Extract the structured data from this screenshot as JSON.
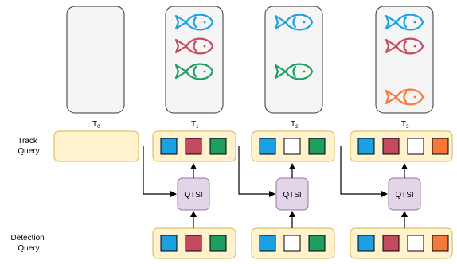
{
  "frames": [
    {
      "label": "T",
      "sub": "0"
    },
    {
      "label": "T",
      "sub": "1"
    },
    {
      "label": "T",
      "sub": "2"
    },
    {
      "label": "T",
      "sub": "3"
    }
  ],
  "row_labels": {
    "track_line1": "Track",
    "track_line2": "Query",
    "detection_line1": "Detection",
    "detection_line2": "Query"
  },
  "qtsi_label": "QTSI",
  "colors": {
    "blue": "#1ba1e2",
    "red": "#c34a5f",
    "green": "#1e9e61",
    "orange": "#f5793a",
    "white": "#ffffff",
    "query_fill": "#fff2cc",
    "query_stroke": "#d6b656",
    "qtsi_fill": "#e1d5e7",
    "qtsi_stroke": "#9673a6",
    "frame_fill": "#f5f5f5",
    "frame_stroke": "#333333"
  },
  "frame_contents": [
    [],
    [
      "blue",
      "red",
      "green"
    ],
    [
      "blue",
      null,
      "green"
    ],
    [
      "blue",
      "red",
      null,
      "orange"
    ]
  ],
  "track_queries": [
    [],
    [
      "blue",
      "red",
      "green"
    ],
    [
      "blue",
      "white",
      "green"
    ],
    [
      "blue",
      "red",
      "white",
      "orange"
    ]
  ],
  "detection_queries": [
    [
      "blue",
      "red",
      "green"
    ],
    [
      "blue",
      "white",
      "green"
    ],
    [
      "blue",
      "red",
      "white",
      "orange"
    ]
  ]
}
